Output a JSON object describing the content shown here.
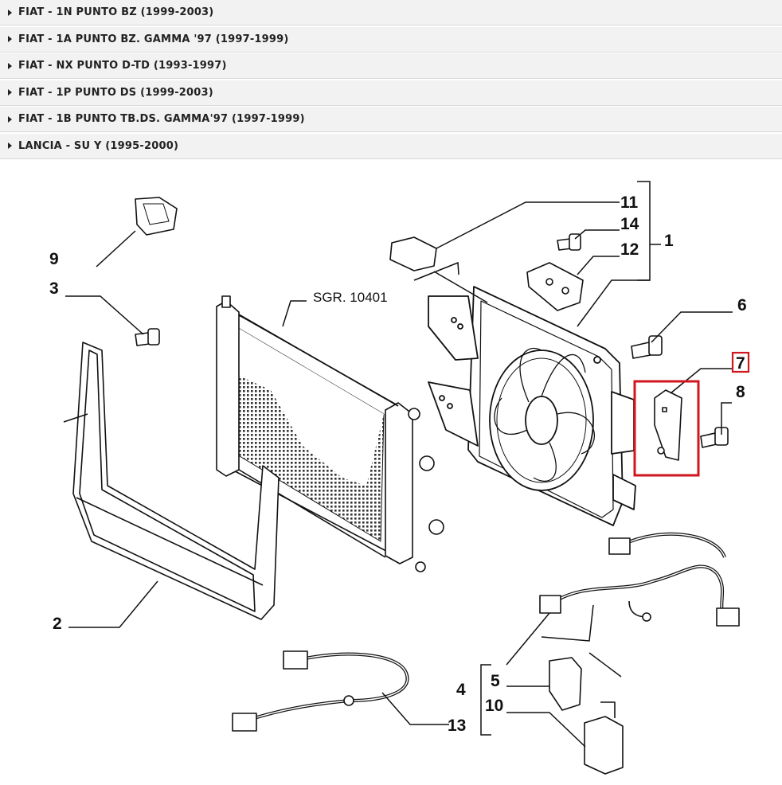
{
  "accordion": {
    "items": [
      {
        "label": "FIAT - 1N PUNTO BZ (1999-2003)"
      },
      {
        "label": "FIAT - 1A PUNTO BZ. GAMMA '97 (1997-1999)"
      },
      {
        "label": "FIAT - NX PUNTO D-TD (1993-1997)"
      },
      {
        "label": "FIAT - 1P PUNTO DS (1999-2003)"
      },
      {
        "label": "FIAT - 1B PUNTO TB.DS. GAMMA'97 (1997-1999)"
      },
      {
        "label": "LANCIA - SU Y (1995-2000)"
      }
    ]
  },
  "diagram": {
    "highlight_color": "#d0161f",
    "reference": "SGR. 10401",
    "callouts": {
      "c1": "1",
      "c2": "2",
      "c3": "3",
      "c4": "4",
      "c5": "5",
      "c6": "6",
      "c7": "7",
      "c8": "8",
      "c9": "9",
      "c10": "10",
      "c11": "11",
      "c12": "12",
      "c13": "13",
      "c14": "14"
    },
    "selected_part": "7"
  }
}
